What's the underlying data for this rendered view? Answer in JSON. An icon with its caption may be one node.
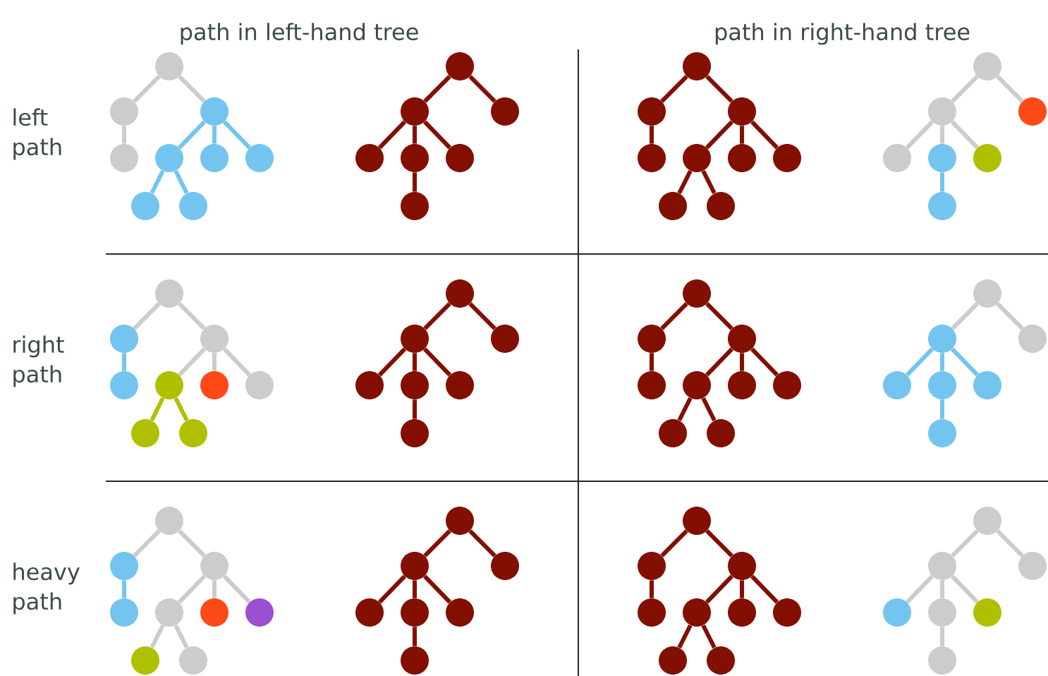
{
  "diagram": {
    "nodes": [
      {
        "text": [],
        "shape": "circle"
      },
      {
        "text": [],
        "shape": "circle"
      },
      {
        "text": [],
        "shape": "circle"
      },
      {
        "text": [],
        "shape": "circle"
      },
      {
        "text": [],
        "shape": "circle"
      },
      {
        "text": [],
        "shape": "circle"
      },
      {
        "text": [],
        "shape": "circle"
      },
      {
        "text": [],
        "shape": "circle"
      },
      {
        "text": [],
        "shape": "circle"
      },
      {
        "text": [],
        "shape": "circle"
      },
      {
        "text": [],
        "shape": "circle"
      },
      {
        "text": [],
        "shape": "circle"
      },
      {
        "text": [],
        "shape": "circle"
      },
      {
        "text": [],
        "shape": "circle"
      },
      {
        "text": [],
        "shape": "circle"
      },
      {
        "text": [],
        "shape": "circle"
      },
      {
        "text": [],
        "shape": "circle"
      },
      {
        "text": [],
        "shape": "circle"
      },
      {
        "text": [],
        "shape": "circle"
      },
      {
        "text": [],
        "shape": "circle"
      },
      {
        "text": [],
        "shape": "circle"
      },
      {
        "text": [],
        "shape": "circle"
      },
      {
        "text": [],
        "shape": "circle"
      },
      {
        "text": [],
        "shape": "circle"
      },
      {
        "text": [],
        "shape": "circle"
      },
      {
        "text": [],
        "shape": "circle"
      },
      {
        "text": [],
        "shape": "circle"
      },
      {
        "text": [],
        "shape": "circle"
      },
      {
        "text": [],
        "shape": "circle"
      },
      {
        "text": [],
        "shape": "circle"
      },
      {
        "text": [],
        "shape": "circle"
      },
      {
        "text": [],
        "shape": "circle"
      },
      {
        "text": [],
        "shape": "circle"
      },
      {
        "text": [],
        "shape": "circle"
      },
      {
        "text": [],
        "shape": "circle"
      },
      {
        "text": [],
        "shape": "circle"
      },
      {
        "text": [],
        "shape": "circle"
      },
      {
        "text": [],
        "shape": "circle"
      },
      {
        "text": [],
        "shape": "circle"
      },
      {
        "text": [],
        "shape": "circle"
      },
      {
        "text": [],
        "shape": "circle"
      },
      {
        "text": [],
        "shape": "circle"
      },
      {
        "text": [],
        "shape": "circle"
      },
      {
        "text": [],
        "shape": "circle"
      },
      {
        "text": [],
        "shape": "circle"
      },
      {
        "text": [],
        "shape": "circle"
      },
      {
        "text": [],
        "shape": "circle"
      },
      {
        "text": [],
        "shape": "circle"
      },
      {
        "text": [],
        "shape": "circle"
      },
      {
        "text": [],
        "shape": "circle"
      },
      {
        "text": [],
        "shape": "circle"
      },
      {
        "text": [],
        "shape": "circle"
      },
      {
        "text": [],
        "shape": "circle"
      },
      {
        "text": [],
        "shape": "circle"
      },
      {
        "text": [],
        "shape": "circle"
      },
      {
        "text": [],
        "shape": "circle"
      },
      {
        "text": [],
        "shape": "circle"
      },
      {
        "text": [],
        "shape": "circle"
      },
      {
        "text": [],
        "shape": "circle"
      },
      {
        "text": [],
        "shape": "circle"
      },
      {
        "text": [],
        "shape": "circle"
      },
      {
        "text": [],
        "shape": "circle"
      },
      {
        "text": [],
        "shape": "circle"
      },
      {
        "text": [],
        "shape": "circle"
      },
      {
        "text": [],
        "shape": "circle"
      },
      {
        "text": [],
        "shape": "circle"
      },
      {
        "text": [],
        "shape": "circle"
      },
      {
        "text": [],
        "shape": "circle"
      },
      {
        "text": [],
        "shape": "circle"
      },
      {
        "text": [],
        "shape": "circle"
      },
      {
        "text": [],
        "shape": "circle"
      },
      {
        "text": [],
        "shape": "circle"
      },
      {
        "text": [],
        "shape": "circle"
      },
      {
        "text": [],
        "shape": "circle"
      },
      {
        "text": [],
        "shape": "circle"
      },
      {
        "text": [],
        "shape": "circle"
      },
      {
        "text": [],
        "shape": "circle"
      },
      {
        "text": [],
        "shape": "circle"
      },
      {
        "text": [],
        "shape": "circle"
      },
      {
        "text": [],
        "shape": "circle"
      },
      {
        "text": [],
        "shape": "circle"
      },
      {
        "text": [],
        "shape": "circle"
      },
      {
        "text": [],
        "shape": "circle"
      },
      {
        "text": [],
        "shape": "circle"
      },
      {
        "text": [],
        "shape": "circle"
      },
      {
        "text": [],
        "shape": "circle"
      },
      {
        "text": [],
        "shape": "circle"
      },
      {
        "text": [],
        "shape": "circle"
      },
      {
        "text": [],
        "shape": "circle"
      },
      {
        "text": [],
        "shape": "circle"
      },
      {
        "text": [],
        "shape": "circle"
      },
      {
        "text": [],
        "shape": "circle"
      },
      {
        "text": [],
        "shape": "circle"
      },
      {
        "text": [],
        "shape": "circle"
      },
      {
        "text": [],
        "shape": "circle"
      },
      {
        "text": [],
        "shape": "circle"
      }
    ],
    "edges": [
      {
        "from": 0,
        "to": 1,
        "arrow": "none",
        "color": "#cccccc"
      },
      {
        "from": 0,
        "to": 2,
        "arrow": "none",
        "color": "#cccccc"
      },
      {
        "from": 1,
        "to": 3,
        "arrow": "none",
        "color": "#cccccc"
      },
      {
        "from": 2,
        "to": 4,
        "arrow": "none",
        "color": "#73c5ef"
      },
      {
        "from": 2,
        "to": 5,
        "arrow": "none",
        "color": "#73c5ef"
      },
      {
        "from": 2,
        "to": 6,
        "arrow": "none",
        "color": "#73c5ef"
      },
      {
        "from": 4,
        "to": 7,
        "arrow": "none",
        "color": "#73c5ef"
      },
      {
        "from": 4,
        "to": 8,
        "arrow": "none",
        "color": "#73c5ef"
      },
      {
        "from": 9,
        "to": 10,
        "arrow": "none"
      },
      {
        "from": 9,
        "to": 11,
        "arrow": "none"
      },
      {
        "from": 10,
        "to": 12,
        "arrow": "none"
      },
      {
        "from": 10,
        "to": 13,
        "arrow": "none"
      },
      {
        "from": 10,
        "to": 14,
        "arrow": "none"
      },
      {
        "from": 13,
        "to": 15,
        "arrow": "none"
      },
      {
        "from": 16,
        "to": 17,
        "arrow": "none"
      },
      {
        "from": 16,
        "to": 18,
        "arrow": "none"
      },
      {
        "from": 17,
        "to": 19,
        "arrow": "none"
      },
      {
        "from": 18,
        "to": 20,
        "arrow": "none"
      },
      {
        "from": 18,
        "to": 21,
        "arrow": "none"
      },
      {
        "from": 18,
        "to": 22,
        "arrow": "none"
      },
      {
        "from": 20,
        "to": 23,
        "arrow": "none"
      },
      {
        "from": 20,
        "to": 24,
        "arrow": "none"
      },
      {
        "from": 25,
        "to": 26,
        "arrow": "none",
        "color": "#cccccc"
      },
      {
        "from": 25,
        "to": 27,
        "arrow": "none",
        "color": "#cccccc"
      },
      {
        "from": 26,
        "to": 28,
        "arrow": "none",
        "color": "#cccccc"
      },
      {
        "from": 26,
        "to": 29,
        "arrow": "none",
        "color": "#cccccc"
      },
      {
        "from": 26,
        "to": 30,
        "arrow": "none",
        "color": "#cccccc"
      },
      {
        "from": 29,
        "to": 31,
        "arrow": "none",
        "color": "#73c5ef"
      },
      {
        "from": 32,
        "to": 33,
        "arrow": "none",
        "color": "#cccccc"
      },
      {
        "from": 32,
        "to": 34,
        "arrow": "none",
        "color": "#cccccc"
      },
      {
        "from": 33,
        "to": 35,
        "arrow": "none",
        "color": "#73c5ef"
      },
      {
        "from": 34,
        "to": 36,
        "arrow": "none",
        "color": "#cccccc"
      },
      {
        "from": 34,
        "to": 37,
        "arrow": "none",
        "color": "#cccccc"
      },
      {
        "from": 34,
        "to": 38,
        "arrow": "none",
        "color": "#cccccc"
      },
      {
        "from": 36,
        "to": 39,
        "arrow": "none",
        "color": "#aec000"
      },
      {
        "from": 36,
        "to": 40,
        "arrow": "none",
        "color": "#aec000"
      },
      {
        "from": 41,
        "to": 42,
        "arrow": "none"
      },
      {
        "from": 41,
        "to": 43,
        "arrow": "none"
      },
      {
        "from": 42,
        "to": 44,
        "arrow": "none"
      },
      {
        "from": 42,
        "to": 45,
        "arrow": "none"
      },
      {
        "from": 42,
        "to": 46,
        "arrow": "none"
      },
      {
        "from": 45,
        "to": 47,
        "arrow": "none"
      },
      {
        "from": 48,
        "to": 49,
        "arrow": "none"
      },
      {
        "from": 48,
        "to": 50,
        "arrow": "none"
      },
      {
        "from": 49,
        "to": 51,
        "arrow": "none"
      },
      {
        "from": 50,
        "to": 52,
        "arrow": "none"
      },
      {
        "from": 50,
        "to": 53,
        "arrow": "none"
      },
      {
        "from": 50,
        "to": 54,
        "arrow": "none"
      },
      {
        "from": 52,
        "to": 55,
        "arrow": "none"
      },
      {
        "from": 52,
        "to": 56,
        "arrow": "none"
      },
      {
        "from": 57,
        "to": 58,
        "arrow": "none",
        "color": "#cccccc"
      },
      {
        "from": 57,
        "to": 59,
        "arrow": "none",
        "color": "#cccccc"
      },
      {
        "from": 58,
        "to": 60,
        "arrow": "none",
        "color": "#73c5ef"
      },
      {
        "from": 58,
        "to": 61,
        "arrow": "none",
        "color": "#73c5ef"
      },
      {
        "from": 58,
        "to": 62,
        "arrow": "none",
        "color": "#73c5ef"
      },
      {
        "from": 61,
        "to": 63,
        "arrow": "none",
        "color": "#73c5ef"
      },
      {
        "from": 64,
        "to": 65,
        "arrow": "none",
        "color": "#cccccc"
      },
      {
        "from": 64,
        "to": 66,
        "arrow": "none",
        "color": "#cccccc"
      },
      {
        "from": 65,
        "to": 67,
        "arrow": "none",
        "color": "#73c5ef"
      },
      {
        "from": 66,
        "to": 68,
        "arrow": "none",
        "color": "#cccccc"
      },
      {
        "from": 66,
        "to": 69,
        "arrow": "none",
        "color": "#cccccc"
      },
      {
        "from": 66,
        "to": 70,
        "arrow": "none",
        "color": "#cccccc"
      },
      {
        "from": 68,
        "to": 71,
        "arrow": "none",
        "color": "#cccccc"
      },
      {
        "from": 68,
        "to": 72,
        "arrow": "none",
        "color": "#cccccc"
      },
      {
        "from": 73,
        "to": 74,
        "arrow": "none"
      },
      {
        "from": 73,
        "to": 75,
        "arrow": "none"
      },
      {
        "from": 74,
        "to": 76,
        "arrow": "none"
      },
      {
        "from": 74,
        "to": 77,
        "arrow": "none"
      },
      {
        "from": 74,
        "to": 78,
        "arrow": "none"
      },
      {
        "from": 77,
        "to": 79,
        "arrow": "none"
      },
      {
        "from": 80,
        "to": 81,
        "arrow": "none"
      },
      {
        "from": 80,
        "to": 82,
        "arrow": "none"
      },
      {
        "from": 81,
        "to": 83,
        "arrow": "none"
      },
      {
        "from": 82,
        "to": 84,
        "arrow": "none"
      },
      {
        "from": 82,
        "to": 85,
        "arrow": "none"
      },
      {
        "from": 82,
        "to": 86,
        "arrow": "none"
      },
      {
        "from": 84,
        "to": 87,
        "arrow": "none"
      },
      {
        "from": 84,
        "to": 88,
        "arrow": "none"
      },
      {
        "from": 89,
        "to": 90,
        "arrow": "none",
        "color": "#cccccc"
      },
      {
        "from": 89,
        "to": 91,
        "arrow": "none",
        "color": "#cccccc"
      },
      {
        "from": 90,
        "to": 92,
        "arrow": "none",
        "color": "#cccccc"
      },
      {
        "from": 90,
        "to": 93,
        "arrow": "none",
        "color": "#cccccc"
      },
      {
        "from": 90,
        "to": 94,
        "arrow": "none",
        "color": "#cccccc"
      },
      {
        "from": 93,
        "to": 95,
        "arrow": "none",
        "color": "#cccccc"
      }
    ],
    "labels": [
      "path in left-hand tree",
      "path in right-hand tree",
      "left path",
      "right path",
      "heavy path"
    ]
  }
}
